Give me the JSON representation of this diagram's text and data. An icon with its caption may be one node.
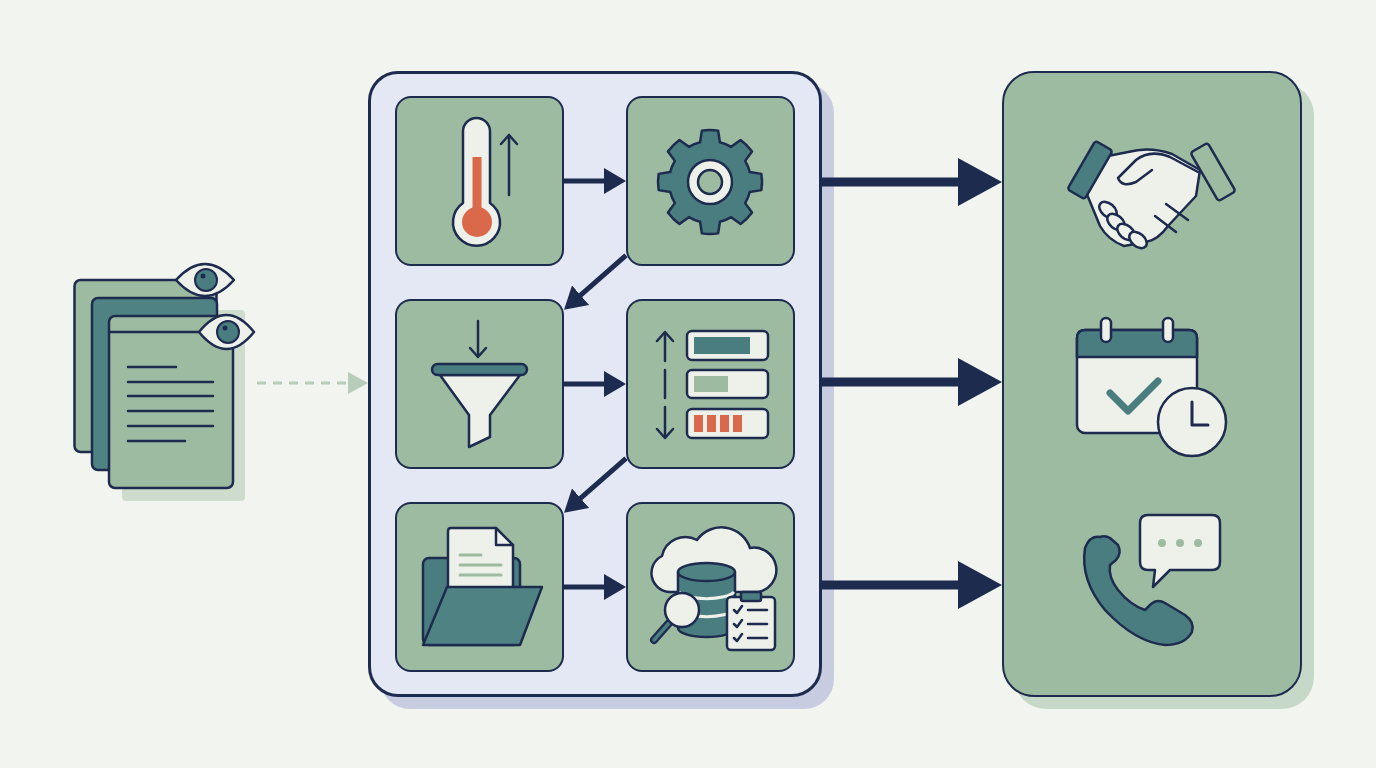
{
  "diagram": {
    "nodes": [
      {
        "text": [],
        "shape": "picture"
      },
      {
        "text": [],
        "shape": "box"
      },
      {
        "text": [],
        "shape": "box",
        "in": 1
      },
      {
        "text": [],
        "shape": "box",
        "in": 1
      },
      {
        "text": [],
        "shape": "box",
        "in": 1
      },
      {
        "text": [],
        "shape": "box",
        "in": 1
      },
      {
        "text": [],
        "shape": "box",
        "in": 1
      },
      {
        "text": [],
        "shape": "box",
        "in": 1
      },
      {
        "text": [],
        "shape": "box"
      }
    ],
    "edges": [
      {
        "from": 0,
        "to": 1,
        "arrow": "to",
        "style": "dashed",
        "color": "#b7ccb9"
      },
      {
        "from": 2,
        "to": 3,
        "arrow": "to"
      },
      {
        "from": 3,
        "to": 4,
        "arrow": "to"
      },
      {
        "from": 4,
        "to": 5,
        "arrow": "to"
      },
      {
        "from": 5,
        "to": 6,
        "arrow": "to"
      },
      {
        "from": 6,
        "to": 7,
        "arrow": "to"
      },
      {
        "from": 1,
        "to": 8,
        "arrow": "to",
        "style": "thick"
      },
      {
        "from": 1,
        "to": 8,
        "arrow": "to",
        "style": "thick"
      },
      {
        "from": 1,
        "to": 8,
        "arrow": "to",
        "style": "thick"
      }
    ]
  }
}
